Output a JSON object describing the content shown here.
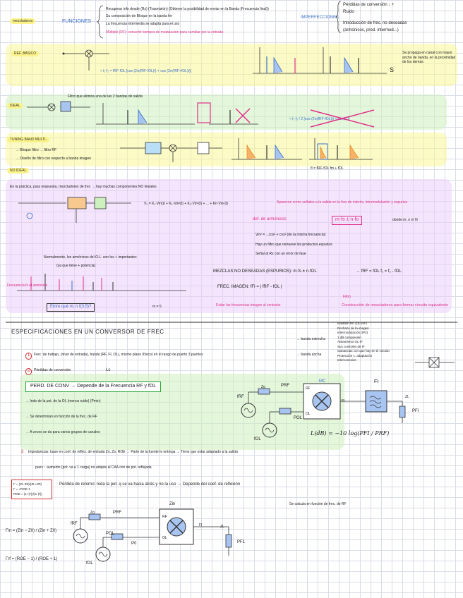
{
  "top": {
    "label_mezcladores": "mezcladores",
    "label_funciones": "FUNCIONES",
    "func_1": "Recuperar info desde (Rx) (Trasmisión) (Obtener la posibilidad de enviar en la Banda (Frecuencia final))",
    "func_2": "Su composición de Bloque en la banda fre",
    "func_3": "La frecuencia intermedia se adapta para el uso",
    "func_4": "Múltiplo (RF): convertir tiempos de modulación para cambiar por la entrada",
    "label_imperfecciones": "IMPERFECCIONES",
    "imp_1": "Pérdidas de conversión ↓ +",
    "imp_2": "Ruido",
    "imp_3": "Introducción de frec. no deseadas",
    "imp_4": "(armónicos, prod. intermod...)"
  },
  "ideal": {
    "tag_ref_basico": "REF. BÁSICO",
    "eq_1": "≈ f₁·f₂ = fRF·fOL [cos (2π(fRF-fOL)t) + cos (2π(fRF+fOL)t)]",
    "label_s": "S",
    "note_right": "Se propaga en canal con mayor ancho de banda, en la proximidad de los demás",
    "tag_ideal": "IDEAL",
    "filter_note": "Filtro que elimina una de las 2 bandas de salida",
    "eq_2": "≈ f₁·f₂ / 2 [cos (2π(fRF-fOL)t) + cos(...)]",
    "tag_tuning": "TUNING BAND MULTI.",
    "tuning_1": "→ Bloque filtro → filtro RF",
    "tuning_2": "→ Diseño de filtro con respecto a banda imagen",
    "fi_label": "fI = fRF-fOL  fm + fOL",
    "tag_no_ideal": "NO IDEAL"
  },
  "noideal": {
    "intro": "En la práctica, para respuesta, mezcladores de frec → hay muchas componentes NO lineales",
    "series": "V₀ = K₁·Vin(t) + K₂·Vin²(t) + K₃·Vin³(t) + ... + Kn·Vinⁿ(t)",
    "spurious": "Aparecen como señales a la salida en la frec de interés, intermodulación y espurios",
    "def_arm": "def. de armónicos",
    "formula_mfs": "m·fs ± n·fo",
    "formula_note": "donde m, n ∈ N",
    "prod_1": "Vin² = ...cos² + cos² (de la misma frecuencia)",
    "prod_2": "Hay un filtro que remueve los productos espurios",
    "prod_3": "Señal al Rx con un error de fase",
    "box_note": "Normalmente, los armónicos del O.L. son los + importantes",
    "box_note_2": "(ya que tiene + potencia)",
    "mix_no_deseados": "MEZCLAS NO DESEADAS (ESPURIOS): m·fs ± n·fOL",
    "pfrec_eq": "→ fRF = fOL  f₁ = f₂ - fOL",
    "frec_imagen": "FREC. IMAGEN: fFI = | fRF - fOL |",
    "red_note": "Evitar las frecuencias imagen al contrario",
    "filtro": "Filtro",
    "construccion": "Construcción de mezcladores para formar circuito equivalente",
    "question": "Entre qué m, n f(3,5)?",
    "m_eq": "m = 5",
    "pink_left": "Frecuencia fs el armónico"
  },
  "spec": {
    "header": "ESPECIFICACIONES EN UN CONVERSOR DE FREC",
    "item1_num": "1",
    "item1": "Frec. de trabajo, (nivel de entrada), banda (RF, FI, OL), mismo plano (físico) en el rango de puerto 3 puertos",
    "item1_right1": "→ banda estrecha",
    "item1_right2": "→ banda ancha",
    "item2_num": "2",
    "item2": "Pérdidas de conversión",
    "item2_after": "Lc",
    "perd_box": "PERD. DE CONV → Depende de la Frecuencia RF y fOL",
    "bullet_1": "→ Inde de la pot. de la OL (menos ruido) (Pmin)",
    "bullet_2": "→ Se determinan en función de la frec. de RF",
    "bullet_3": "→ A veces se da para varios grupos de canales",
    "right_list_1": "Isolation RF (OL-RF)",
    "right_list_2": "Rechazo de la imagen",
    "right_list_3": "Intermodulación (IP3)",
    "right_list_4": "1 dB compresión",
    "right_list_5": "Aislamiento OL-IF",
    "right_list_6": "Sus controles de IF",
    "right_list_7": "Ganancias con que hay en el circuito",
    "right_list_8": "Protección c. adaptación",
    "right_list_9": "Interconexión",
    "formula_L": "L(dB) = −10 log(PFI / PRF)",
    "label_fi_block": "FI",
    "label_fRF": "fRF",
    "label_fOL": "fOL",
    "label_PRF": "PRF",
    "label_POL": "POL",
    "label_PFI": "PFI",
    "label_RF": "RF",
    "label_OL": "OL",
    "label_FI": "FI",
    "label_Zg": "Zg",
    "label_ZL": "ZL",
    "label_MC": "MC",
    "item3_num": "3",
    "item3": "Impedancias: base en coef. de reflex. de entrada Zo, Zs, ROE → Parte de la fuente le entrega → Tiene que estar adaptado a la salida",
    "item3b": "pues ↑ aumento (pot. va a 1 carga) no adapta al CAA con de pot. reflejada",
    "coef_box_1": "Γ = (ZL-Z0)/(ZL+Z0)",
    "coef_box_2": "Γ = √ROE-1",
    "coef_box_3": "ROE = (1+|Γ|)/(1-|Γ|)",
    "perdida_retorno": "Pérdida de retorno: toda la pot. q se va hacia atrás y no la uso → Depende del coef. de reflexión",
    "side_note": "Se calcula en función de frec. de RF",
    "gamma_in": "Γin = (Zin − Z0) / (Zin + Z0)",
    "gamma_rf": "Γrf = (ROE − 1) / (ROE + 1)",
    "label_Zin": "Zin",
    "label_P0": "P0",
    "label_POL2": "POL",
    "label_fOL2": "fOL",
    "label_fRF2": "fRF",
    "label_PRF2": "PRF",
    "label_PF1": "PF1"
  },
  "colors": {
    "blue": "#3a6fc9",
    "pink": "#e0308a",
    "yellow": "#fbf38a",
    "green": "#cdf0be",
    "violet": "#ebcdfa"
  }
}
